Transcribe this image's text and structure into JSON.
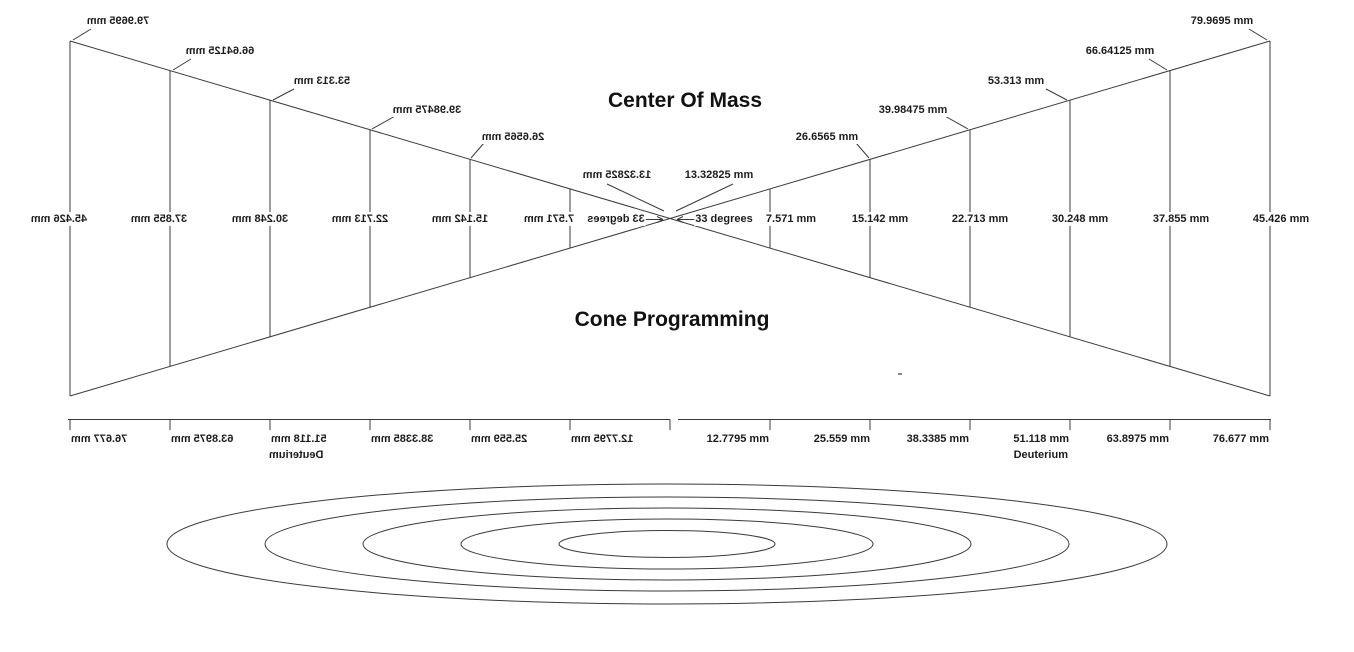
{
  "titles": {
    "top": "Center Of Mass",
    "bottom": "Cone Programming"
  },
  "cone": {
    "slant_labels": [
      "79.9695 mm",
      "66.64125 mm",
      "53.313 mm",
      "39.98475 mm",
      "26.6565 mm",
      "13.32825 mm"
    ],
    "radius_labels": [
      "45.426 mm",
      "37.855 mm",
      "30.248 mm",
      "22.713 mm",
      "15.142 mm",
      "7.571 mm"
    ],
    "angle_label": "33 degrees"
  },
  "ruler": {
    "labels": [
      "12.7795 mm",
      "25.559 mm",
      "38.3385 mm",
      "51.118 mm",
      "63.8975 mm",
      "76.677 mm"
    ],
    "material": "Deuterium"
  },
  "colors": {
    "line": "#3a3a3a",
    "text": "#1c1c1c",
    "background": "#ffffff"
  }
}
